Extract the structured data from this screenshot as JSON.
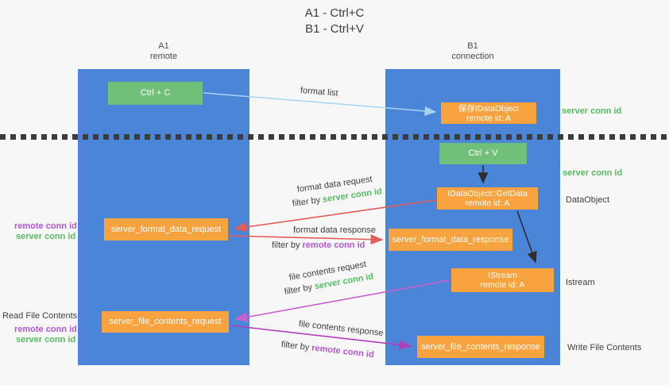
{
  "title": {
    "line1": "A1 - Ctrl+C",
    "line2": "B1 - Ctrl+V"
  },
  "lanes": {
    "left": {
      "id": "A1",
      "role": "remote"
    },
    "right": {
      "id": "B1",
      "role": "connection"
    }
  },
  "nodes": {
    "ctrl_c": {
      "label": "Ctrl + C"
    },
    "save_dataobject": {
      "line1": "保存IDataObject",
      "line2": "remote id: A"
    },
    "ctrl_v": {
      "label": "Ctrl + V"
    },
    "getdata": {
      "line1": "IDataObject::GetData",
      "line2": "remote id: A"
    },
    "format_request": {
      "label": "server_format_data_request"
    },
    "format_response": {
      "label": "server_format_data_response"
    },
    "istream": {
      "line1": "IStream",
      "line2": "remote id: A"
    },
    "file_request": {
      "label": "server_file_contents_request"
    },
    "file_response": {
      "label": "server_file_contents_response"
    }
  },
  "arrow_labels": {
    "format_list": "format list",
    "format_data_request": "format data request",
    "format_data_response": "format data response",
    "file_contents_request": "file contents request",
    "file_contents_response": "file contents response",
    "filter_by": "filter by ",
    "server_conn_id": "server conn id",
    "remote_conn_id": "remote conn id"
  },
  "side_labels": {
    "left_format_remote": "remote conn id",
    "left_format_server": "server conn id",
    "read_file_contents": "Read File Contents",
    "left_file_remote": "remote conn id",
    "left_file_server": "server conn id",
    "right_server_conn_top": "server conn id",
    "right_server_conn_mid": "server conn id",
    "dataobject": "DataObject",
    "istream": "Istream",
    "write_file_contents": "Write File Contents"
  },
  "colors": {
    "lane_blue": "#4a85d8",
    "box_green": "#72bf79",
    "box_orange": "#f8a33f",
    "arrow_blue": "#a6d4f2",
    "arrow_red": "#e25c5c",
    "arrow_magenta_request": "#cb5fcd",
    "arrow_magenta_response": "#b43dbb",
    "arrow_black": "#2d2d2d",
    "text_green": "#57bb61",
    "text_purple": "#b257d4",
    "divider": "#3c3c3c"
  }
}
